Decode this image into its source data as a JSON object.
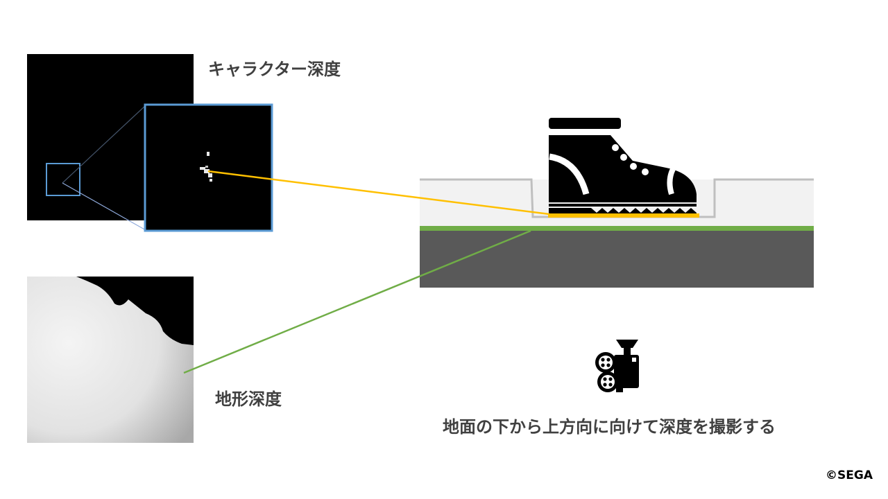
{
  "labels": {
    "character_depth": "キャラクター深度",
    "terrain_depth": "地形深度",
    "caption": "地面の下から上方向に向けて深度を撮影する",
    "copyright": "©SEGA"
  },
  "icons": {
    "shoe": "boot-icon",
    "camera": "film-camera-icon"
  },
  "colors": {
    "character_ray": "#ffc000",
    "terrain_ray": "#70ad47",
    "zoom_frame": "#5b9bd5",
    "ground": "#595959",
    "grass": "#70ad47",
    "ground_surface": "#f2f2f2",
    "outline": "#c0c0c0",
    "text": "#404040"
  }
}
